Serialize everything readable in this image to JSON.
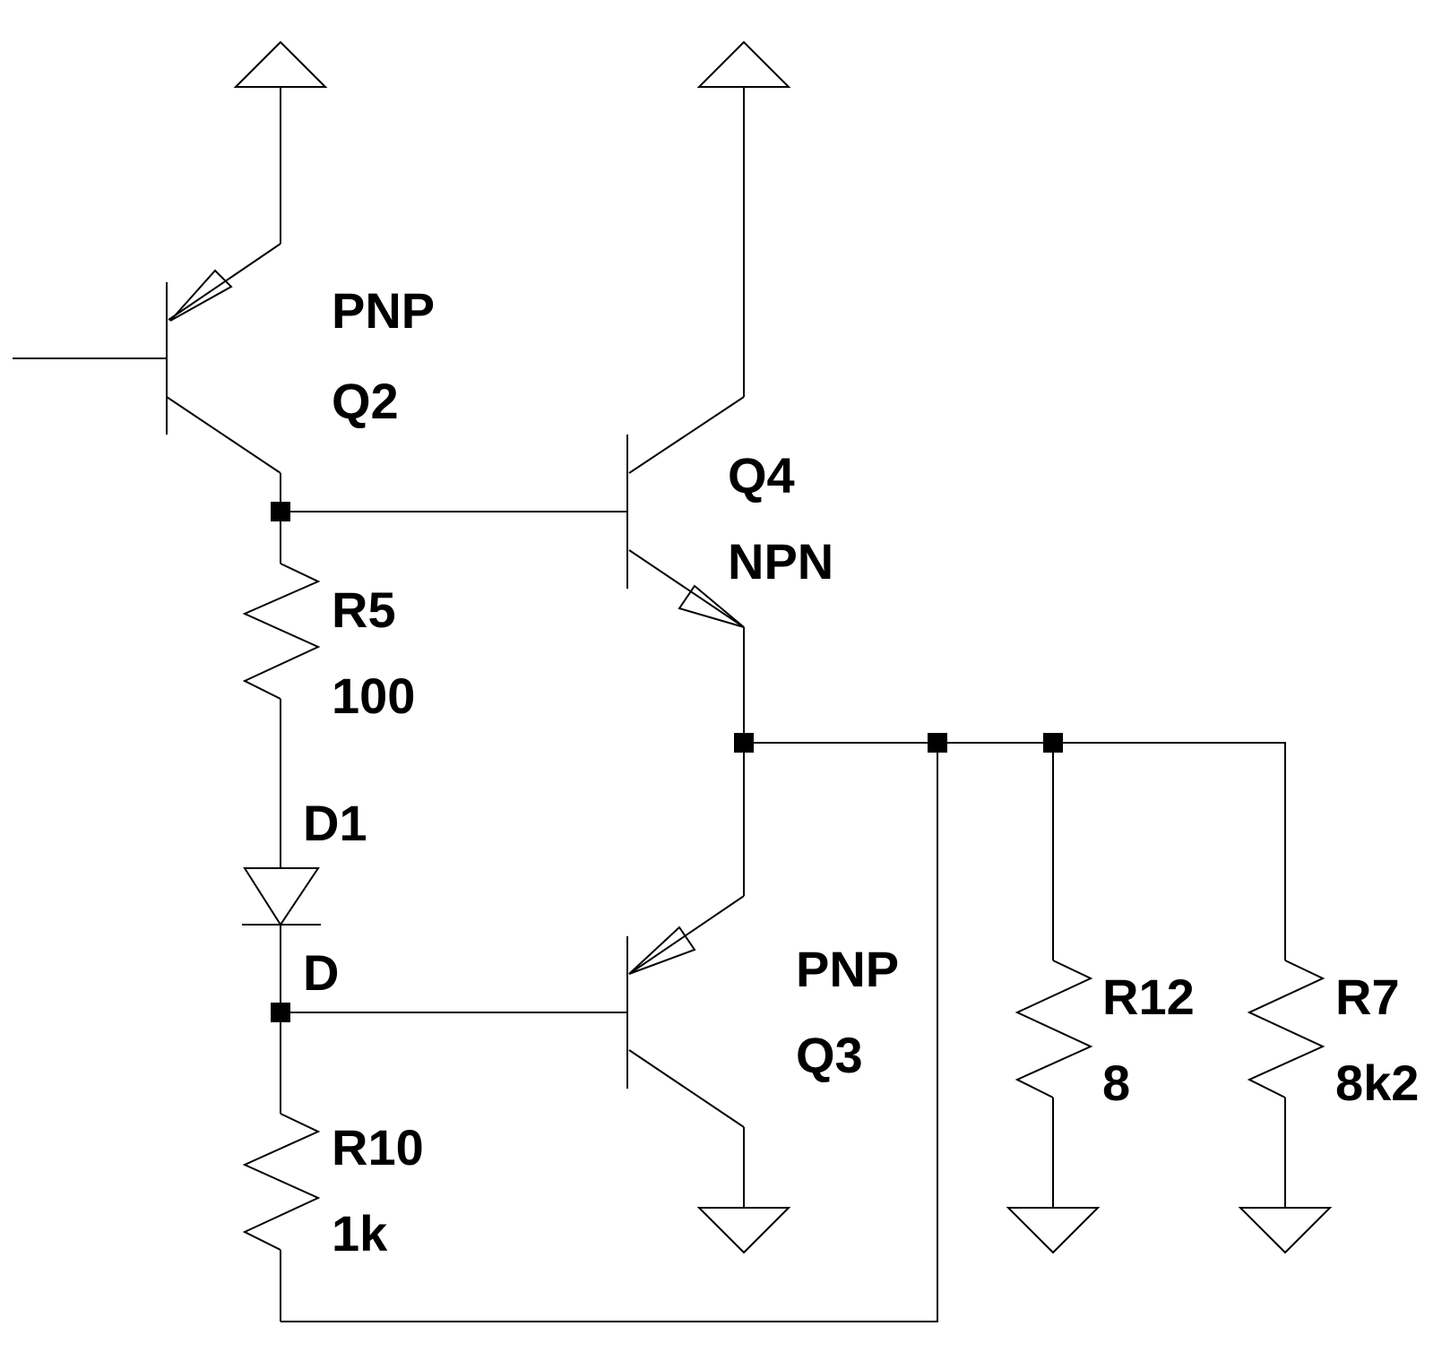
{
  "components": {
    "q2": {
      "ref": "Q2",
      "model": "PNP"
    },
    "q4": {
      "ref": "Q4",
      "model": "NPN"
    },
    "q3": {
      "ref": "Q3",
      "model": "PNP"
    },
    "r5": {
      "ref": "R5",
      "value": "100"
    },
    "d1": {
      "ref": "D1",
      "model": "D"
    },
    "r10": {
      "ref": "R10",
      "value": "1k"
    },
    "r12": {
      "ref": "R12",
      "value": "8"
    },
    "r7": {
      "ref": "R7",
      "value": "8k2"
    }
  },
  "symbols": {
    "supply": "supply-triangle-up",
    "ground": "ground-triangle-down",
    "junction": "junction-dot"
  },
  "colors": {
    "line": "#000000",
    "background": "#ffffff"
  }
}
